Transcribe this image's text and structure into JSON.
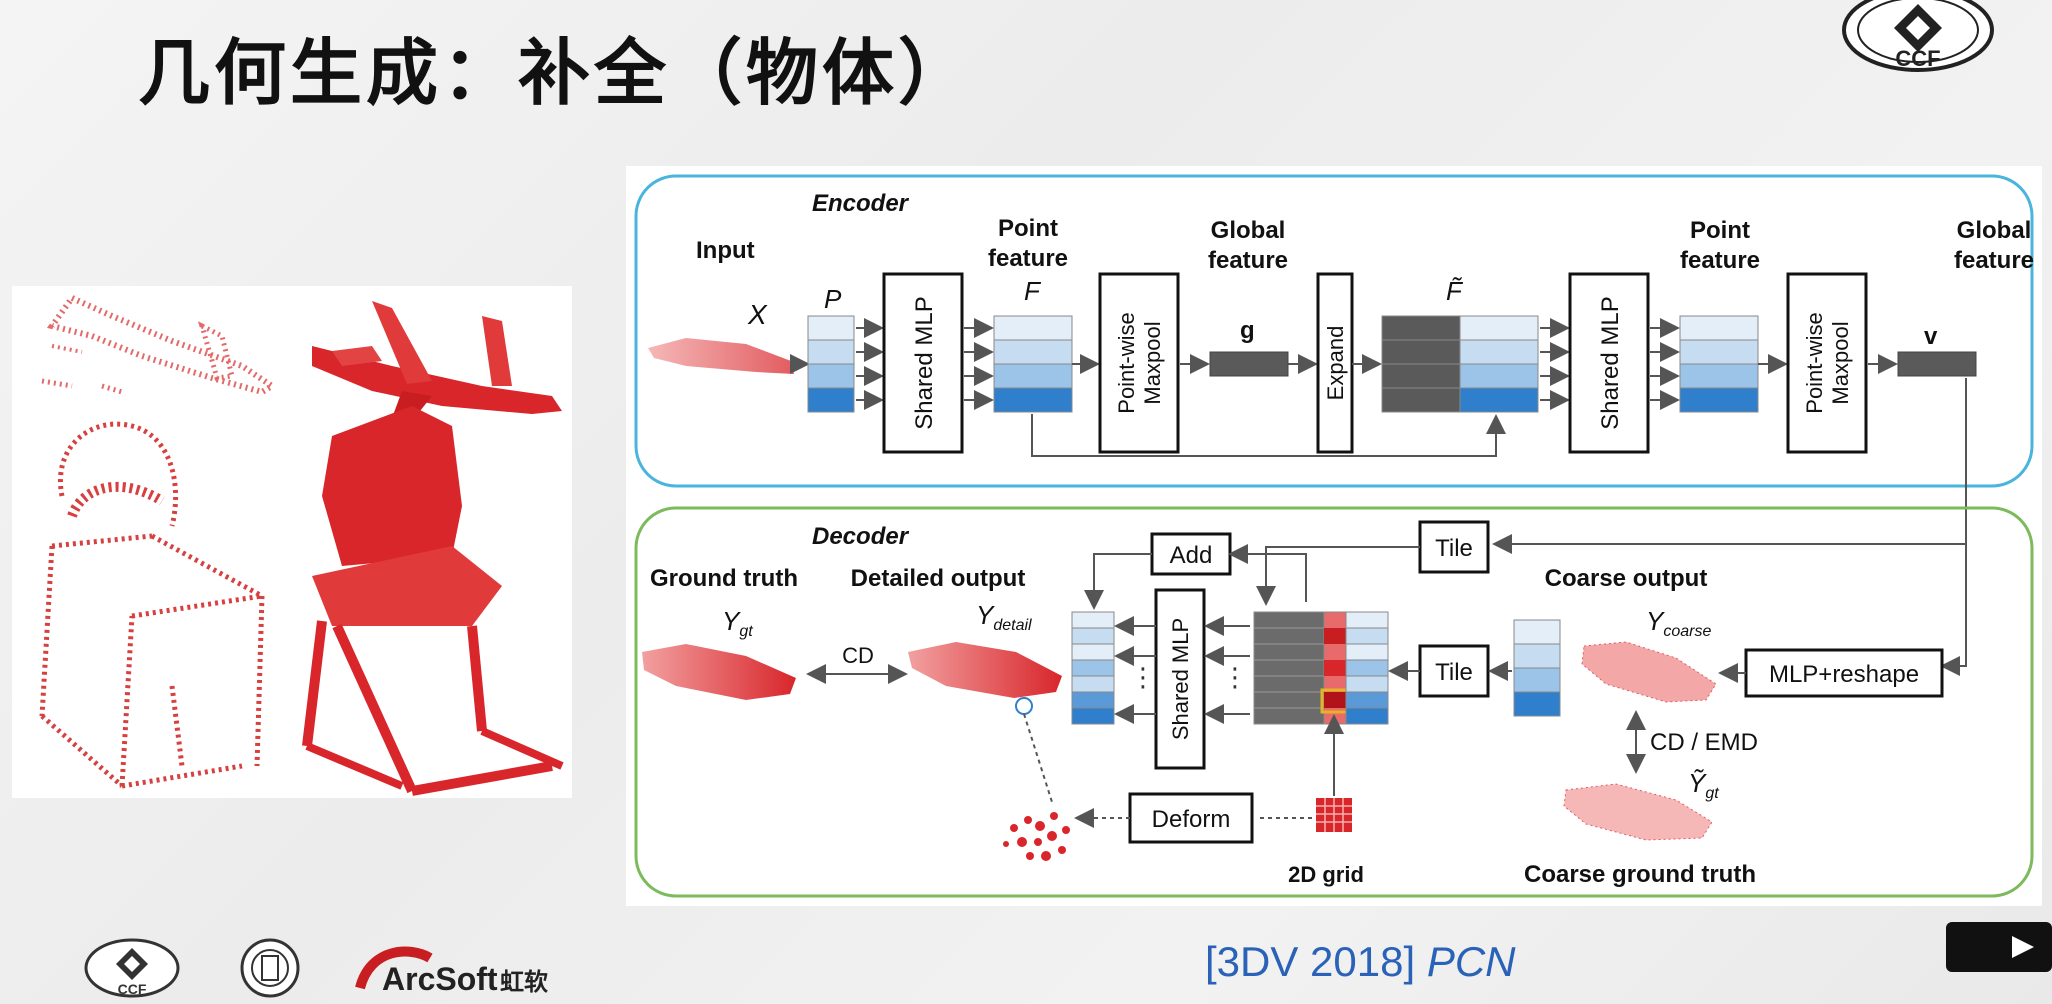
{
  "slide": {
    "title": "几何生成：补全（物体）",
    "caption_venue": "[3DV 2018] ",
    "caption_method": "PCN"
  },
  "encoder": {
    "section_label": "Encoder",
    "input_label": "Input",
    "input_symbol": "X",
    "p_symbol": "P",
    "shared_mlp_1": "Shared MLP",
    "point_feature_1_line1": "Point",
    "point_feature_1_line2": "feature",
    "f_symbol": "F",
    "maxpool_1_line1": "Point-wise",
    "maxpool_1_line2": "Maxpool",
    "global_feature_1_line1": "Global",
    "global_feature_1_line2": "feature",
    "g_symbol": "g",
    "expand": "Expand",
    "f_tilde_symbol": "F̃",
    "shared_mlp_2": "Shared MLP",
    "point_feature_2_line1": "Point",
    "point_feature_2_line2": "feature",
    "maxpool_2_line1": "Point-wise",
    "maxpool_2_line2": "Maxpool",
    "global_feature_2_line1": "Global",
    "global_feature_2_line2": "feature",
    "v_symbol": "v"
  },
  "decoder": {
    "section_label": "Decoder",
    "ground_truth": "Ground truth",
    "y_gt": "Y",
    "y_gt_sub": "gt",
    "cd": "CD",
    "detailed_output": "Detailed output",
    "y_detail": "Y",
    "y_detail_sub": "detail",
    "add": "Add",
    "tile_top": "Tile",
    "shared_mlp": "Shared MLP",
    "tile_mid": "Tile",
    "coarse_output": "Coarse output",
    "y_coarse": "Y",
    "y_coarse_sub": "coarse",
    "mlp_reshape": "MLP+reshape",
    "cd_emd": "CD / EMD",
    "y_gt_tilde": "Ỹ",
    "y_gt_tilde_sub": "gt",
    "deform": "Deform",
    "grid_2d": "2D grid",
    "coarse_ground_truth": "Coarse ground truth",
    "dots": "⋮"
  },
  "logos": {
    "ccf": "CCF",
    "arcsoft": "ArcSoft",
    "arcsoft_cn": "虹软"
  },
  "colors": {
    "encoder_border": "#49b4dc",
    "decoder_border": "#7cba5c",
    "caption": "#2a62b8",
    "point_red": "#d8262b",
    "feature_blue_dark": "#2f7fcc",
    "feature_blue_light": "#d8e8f6"
  }
}
